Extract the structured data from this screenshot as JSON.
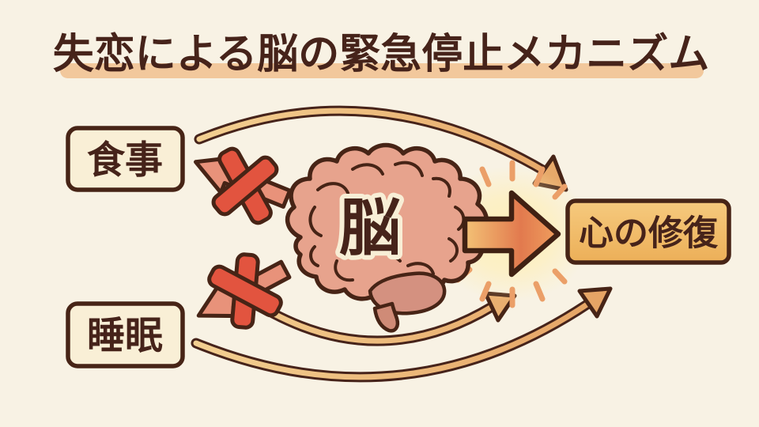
{
  "title": "失恋による脳の緊急停止メカニズム",
  "nodes": {
    "meal": {
      "label": "食事"
    },
    "sleep": {
      "label": "睡眠"
    },
    "brain": {
      "label": "脳"
    },
    "repair": {
      "label": "心の修復"
    }
  },
  "arrows": {
    "top": {
      "from": "食事",
      "to": "心の修復",
      "style": "curved"
    },
    "bottom_inner": {
      "from": "睡眠",
      "to": "心の修復",
      "style": "curved"
    },
    "bottom_outer": {
      "from": "睡眠",
      "to": "心の修復",
      "style": "curved"
    },
    "main": {
      "from": "脳",
      "to": "心の修復",
      "style": "block-right-glow"
    },
    "blocked": [
      {
        "to": "食事"
      },
      {
        "to": "睡眠"
      }
    ]
  },
  "icons": {
    "cross": "x-cross-icon",
    "blocked_arrow": "blocked-arrow-icon",
    "big_arrow": "big-right-arrow-icon",
    "curved_arrow": "curved-arrow-icon",
    "sparkle": "sparkle-rays-icon",
    "brain": "brain-icon"
  },
  "colors": {
    "background": "#f8f2e4",
    "ink": "#46231a",
    "underline": "#f2c89c",
    "box_fill": "#f9efd6",
    "repair_fill_top": "#f6ca7e",
    "repair_fill_bottom": "#ecaf58",
    "brain_fill": "#e7a38d",
    "brain_shade": "#d49180",
    "stem_fill": "#cf8b77",
    "x_red": "#e2543f",
    "blocked_arrow": "#e8927a",
    "curve_light": "#f3d092",
    "curve_deep": "#e5a263",
    "big_arrow_light": "#f3c276",
    "big_arrow_deep": "#e27a4e",
    "big_arrow_tip": "#ef9f5e",
    "glow": "#ffedb0",
    "sparkle": "#eb9f68",
    "label_halo": "#f8eed6"
  }
}
